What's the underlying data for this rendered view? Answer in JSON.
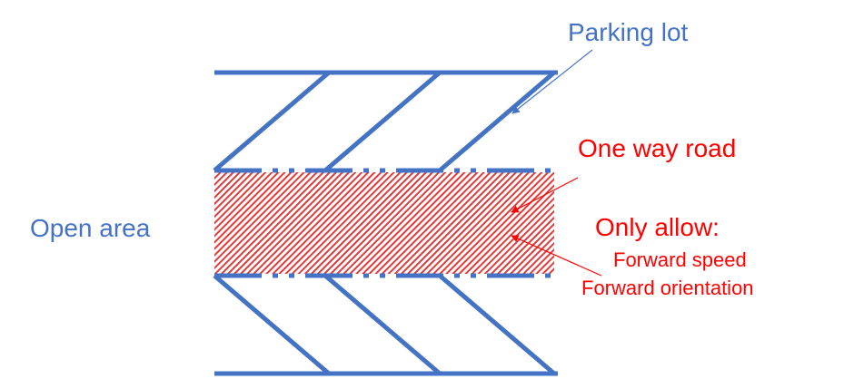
{
  "colors": {
    "blue": "#4472c4",
    "red": "#ff0000",
    "hatch_red": "#e33a3a"
  },
  "labels": {
    "parking_lot": "Parking lot",
    "one_way_road": "One way road",
    "open_area": "Open area",
    "only_allow": "Only allow:",
    "forward_speed": "Forward speed",
    "forward_orientation": "Forward orientation"
  }
}
